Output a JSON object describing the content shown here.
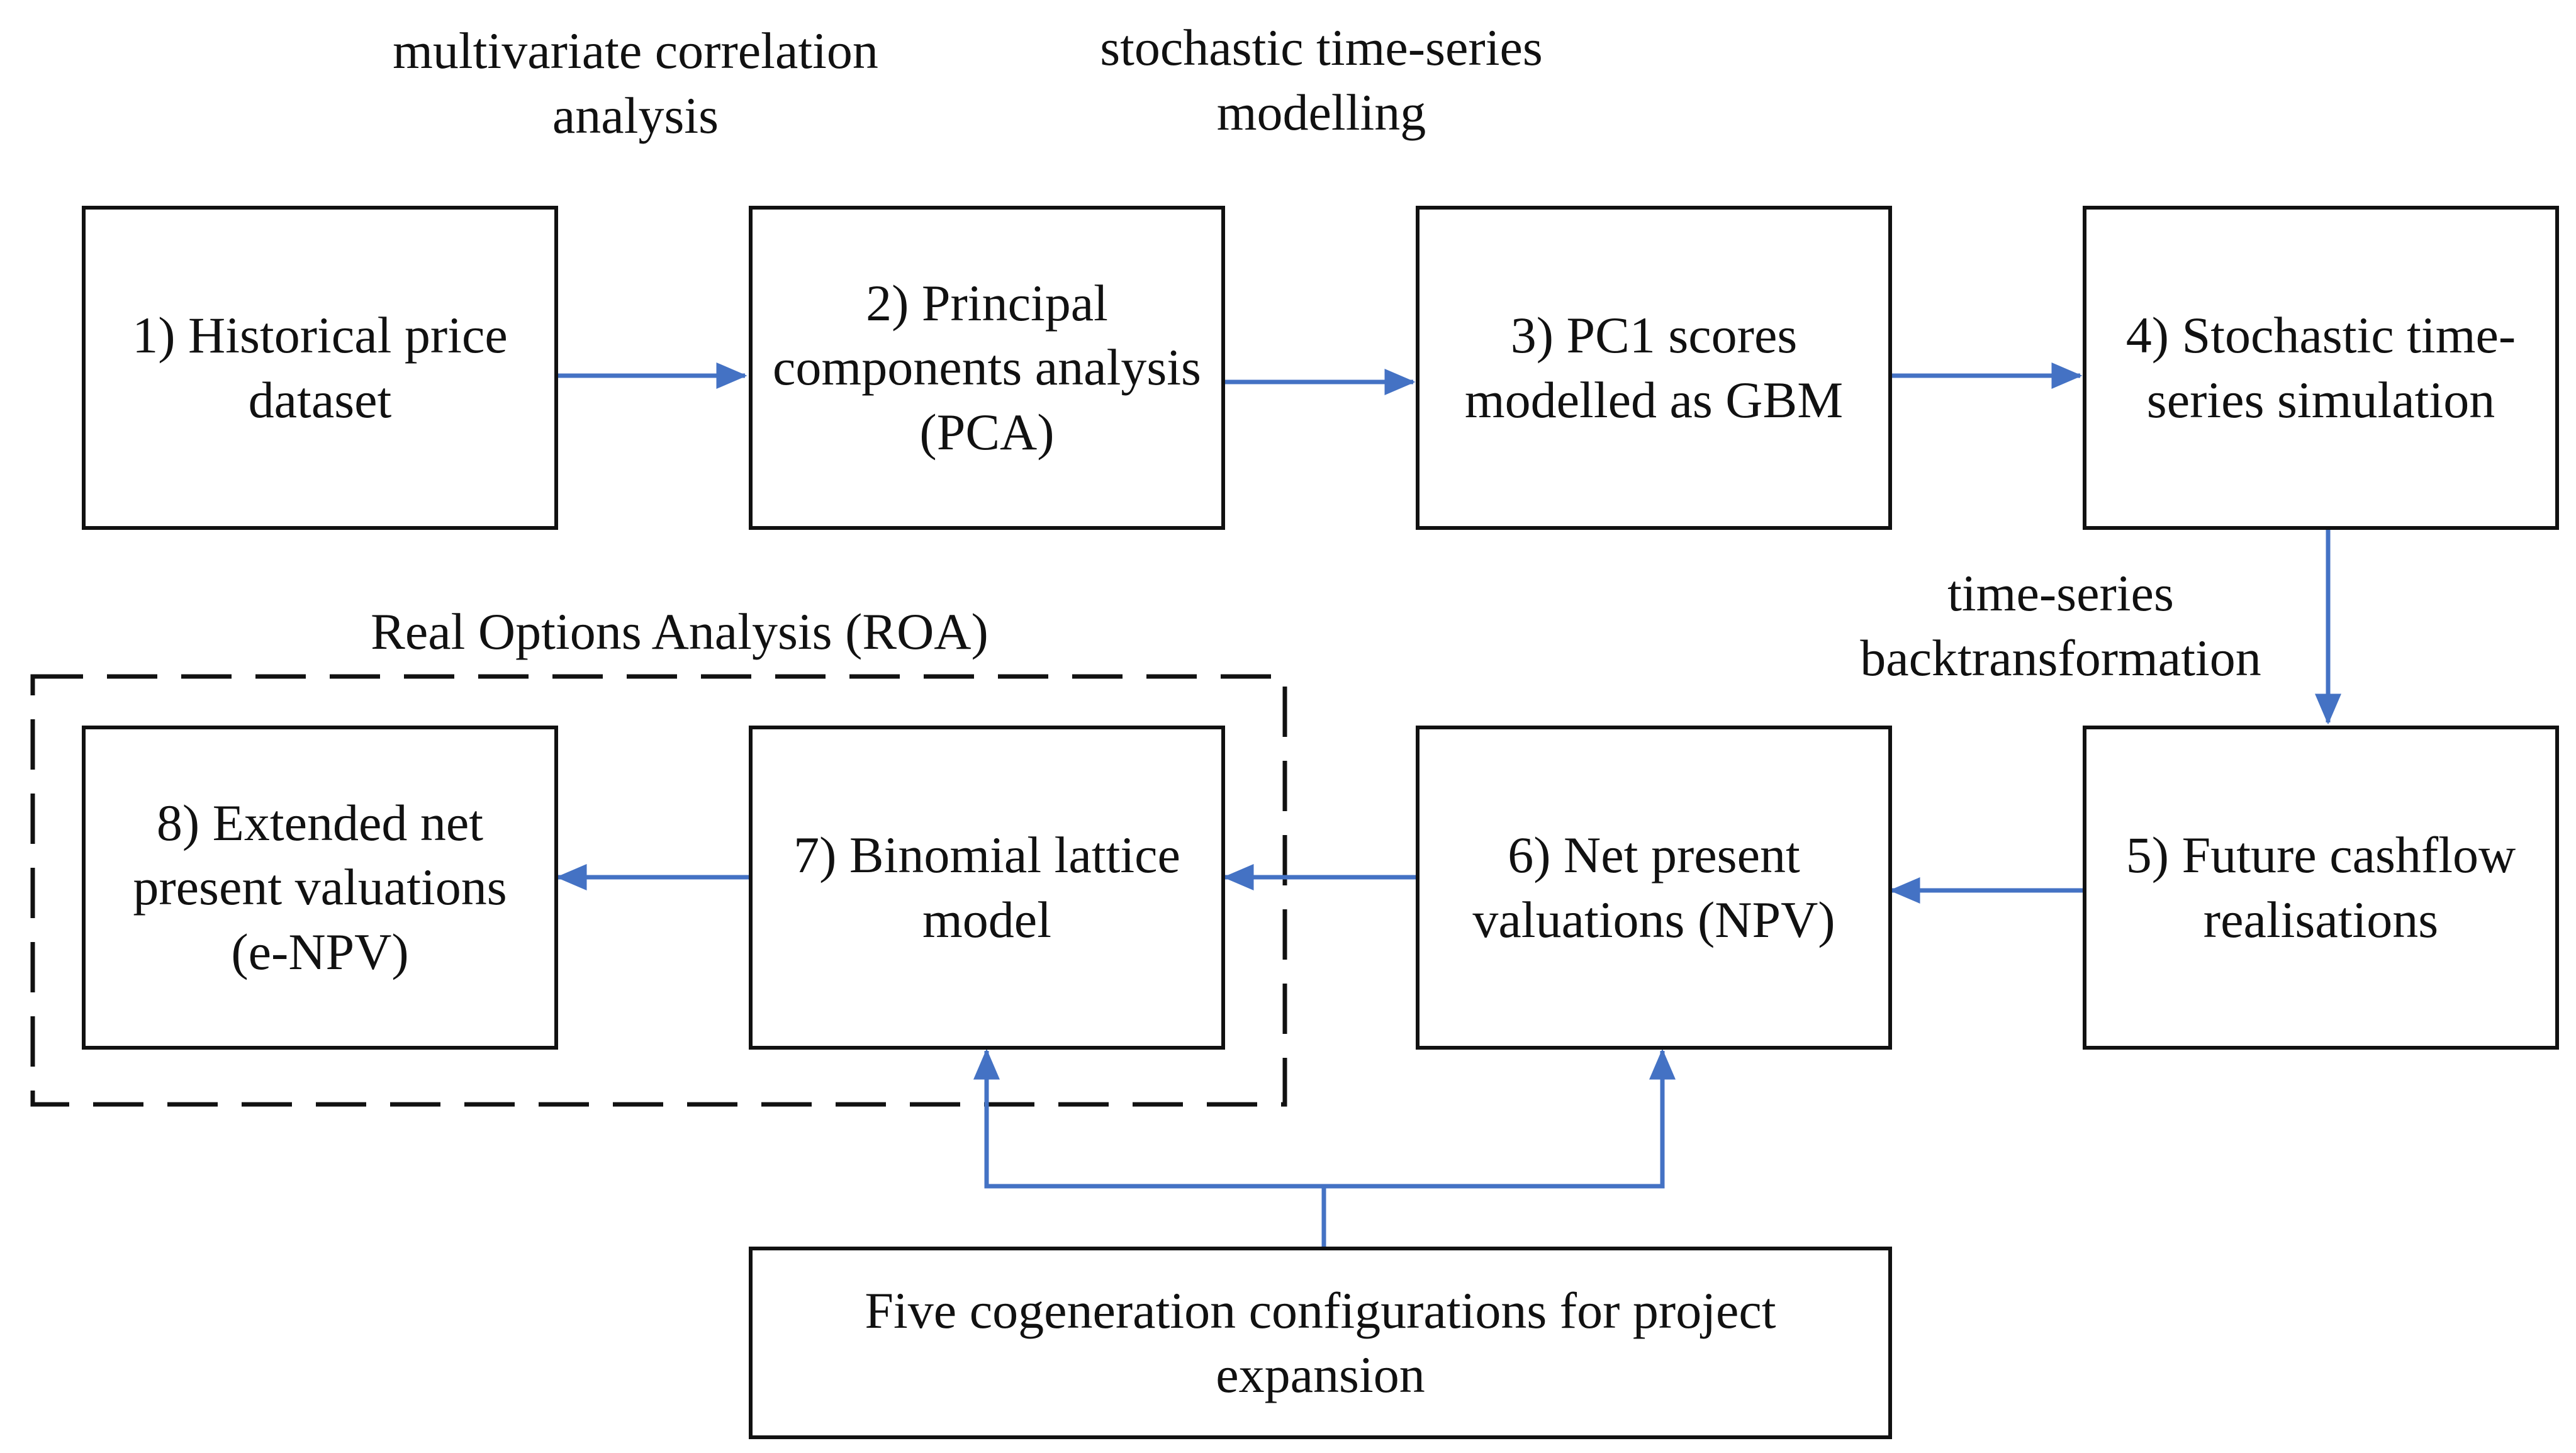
{
  "boxes": {
    "b1": "1) Historical price dataset",
    "b2": "2) Principal components analysis (PCA)",
    "b3": "3) PC1 scores modelled as GBM",
    "b4": "4) Stochastic time-series simulation",
    "b5": "5) Future cashflow realisations",
    "b6": "6) Net present valuations (NPV)",
    "b7": "7) Binomial lattice model",
    "b8": "8) Extended net present valuations (e-NPV)",
    "config": "Five cogeneration configurations for project expansion"
  },
  "edge_labels": {
    "e12": "multivariate correlation analysis",
    "e23": "stochastic time-series modelling",
    "e45": "time-series backtransformation"
  },
  "group": {
    "label": "Real Options Analysis (ROA)"
  },
  "colors": {
    "arrow": "#4472C4",
    "border": "#111111",
    "dashed": "#111111"
  }
}
